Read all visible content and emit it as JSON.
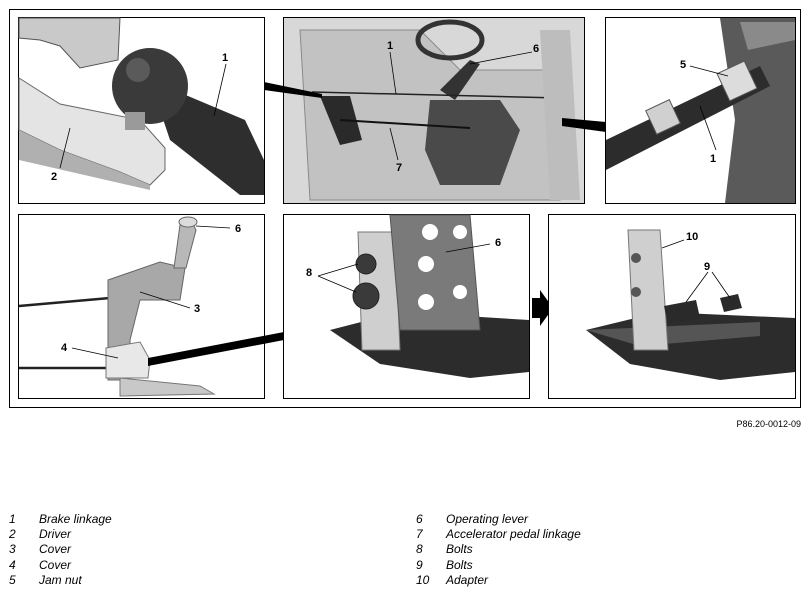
{
  "callouts": {
    "p1": [
      "1",
      "2"
    ],
    "p2": [
      "1",
      "6",
      "7"
    ],
    "p3": [
      "5",
      "1"
    ],
    "p4": [
      "6",
      "3",
      "4"
    ],
    "p5": [
      "8",
      "6"
    ],
    "p6": [
      "10",
      "9"
    ]
  },
  "reference": "P86.20-0012-09",
  "legend": [
    {
      "num": "1",
      "text": "Brake linkage"
    },
    {
      "num": "2",
      "text": "Driver"
    },
    {
      "num": "3",
      "text": "Cover"
    },
    {
      "num": "4",
      "text": "Cover"
    },
    {
      "num": "5",
      "text": "Jam nut"
    },
    {
      "num": "6",
      "text": "Operating lever"
    },
    {
      "num": "7",
      "text": "Accelerator pedal linkage"
    },
    {
      "num": "8",
      "text": "Bolts"
    },
    {
      "num": "9",
      "text": "Bolts"
    },
    {
      "num": "10",
      "text": "Adapter"
    }
  ]
}
